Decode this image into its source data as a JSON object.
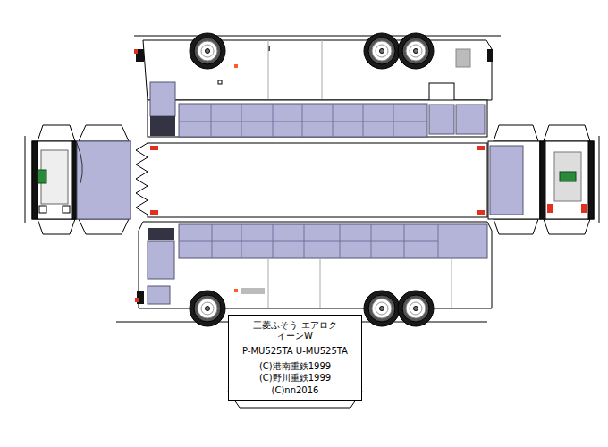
{
  "diagram": {
    "nodes": [
      {
        "text": [
          "三菱ふそう エアロクイーンW",
          "P-MU525TA U-MU525TA",
          "(C)港南重鉄1999",
          "(C)野川重鉄1999",
          "(C)nn2016"
        ]
      }
    ]
  }
}
